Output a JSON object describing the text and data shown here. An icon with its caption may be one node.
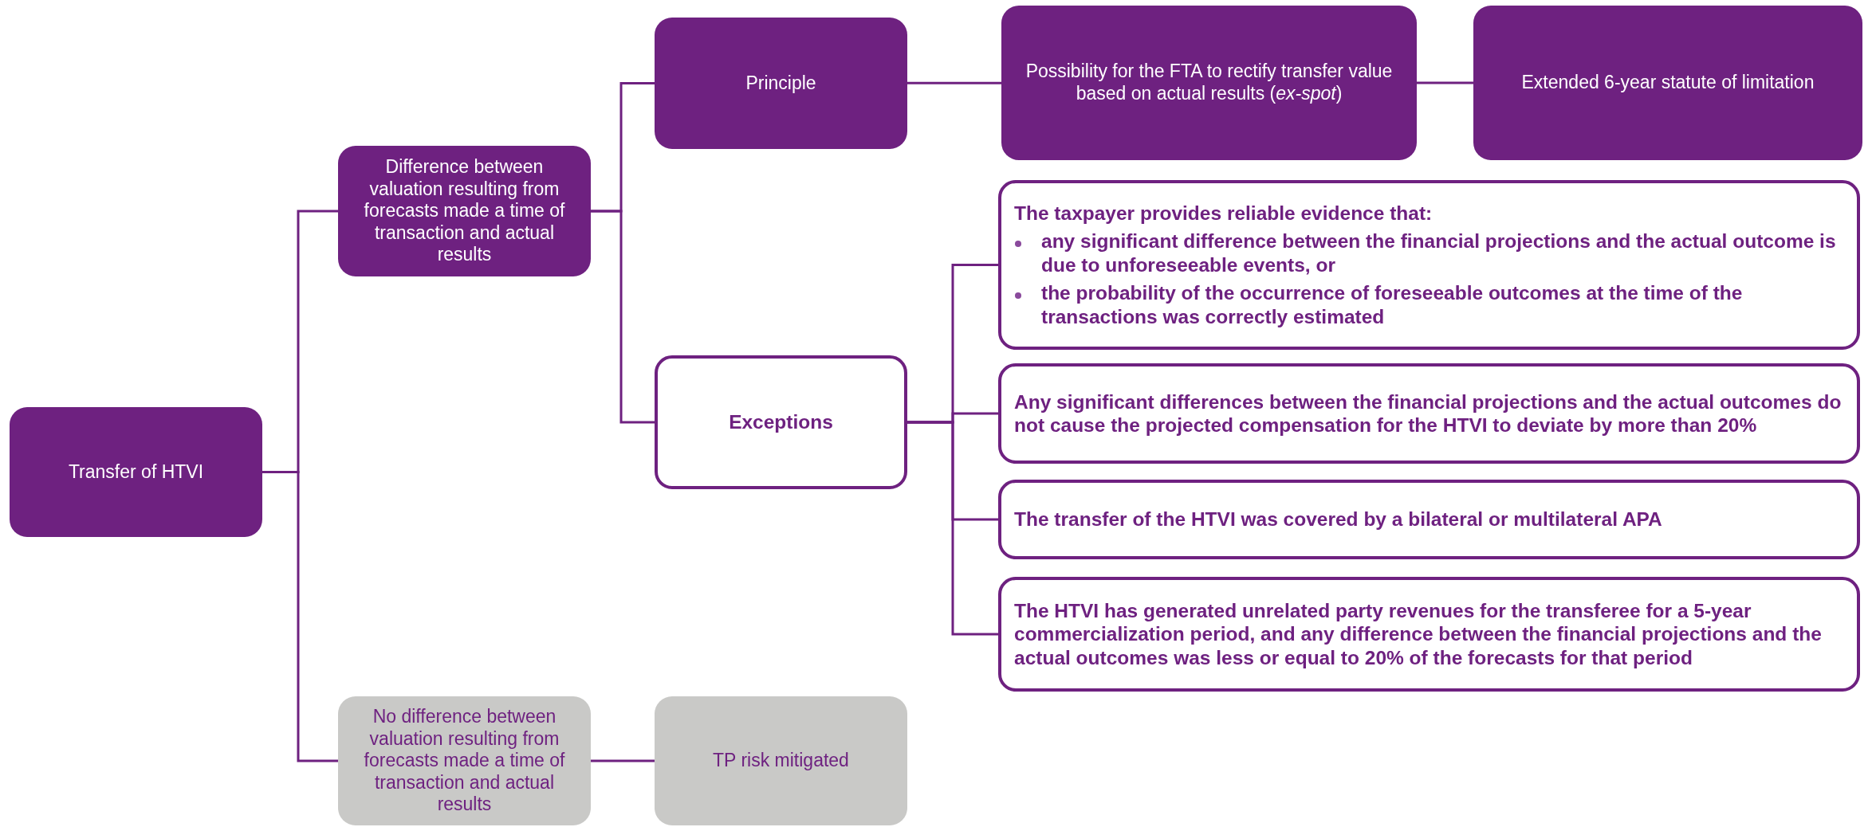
{
  "diagram": {
    "nodes": [
      {
        "text": [
          "Transfer of HTVI"
        ]
      },
      {
        "text": [
          "Difference between valuation resulting from forecasts made a time of transaction and actual results"
        ]
      },
      {
        "text": [
          "Principle"
        ]
      },
      {
        "text": [
          "Possibility for the FTA to rectify transfer value based on actual results (*ex-spot*)"
        ]
      },
      {
        "text": [
          "Extended 6-year statute of limitation"
        ]
      },
      {
        "text": [
          "Exceptions"
        ]
      },
      {
        "text": [
          "The taxpayer provides reliable evidence that:",
          "any significant difference between the financial projections and the actual outcome is due to unforeseeable events, or",
          "the probability of the occurrence of foreseeable outcomes at the time of the transactions was correctly estimated"
        ]
      },
      {
        "text": [
          "Any significant differences between the financial projections and the actual outcomes do not cause the projected compensation for the HTVI to deviate by more than 20%"
        ]
      },
      {
        "text": [
          "The transfer of the HTVI was covered by a bilateral or multilateral APA"
        ]
      },
      {
        "text": [
          "The HTVI has generated unrelated party revenues for the transferee for a 5-year commercialization period, and any difference between the financial projections and the actual outcomes was less or equal to 20% of the forecasts for that period"
        ]
      },
      {
        "text": [
          "No difference between valuation resulting from forecasts made a time of transaction and actual results"
        ]
      },
      {
        "text": [
          "TP risk mitigated"
        ]
      }
    ],
    "edges": [
      {
        "from": 0,
        "to": 1,
        "arrow": "none"
      },
      {
        "from": 0,
        "to": 10,
        "arrow": "none"
      },
      {
        "from": 1,
        "to": 2,
        "arrow": "none"
      },
      {
        "from": 1,
        "to": 5,
        "arrow": "none"
      },
      {
        "from": 2,
        "to": 3,
        "arrow": "none"
      },
      {
        "from": 3,
        "to": 4,
        "arrow": "none"
      },
      {
        "from": 5,
        "to": 6,
        "arrow": "none"
      },
      {
        "from": 5,
        "to": 7,
        "arrow": "none"
      },
      {
        "from": 5,
        "to": 8,
        "arrow": "none"
      },
      {
        "from": 5,
        "to": 9,
        "arrow": "none"
      },
      {
        "from": 10,
        "to": 11,
        "arrow": "none"
      }
    ]
  }
}
